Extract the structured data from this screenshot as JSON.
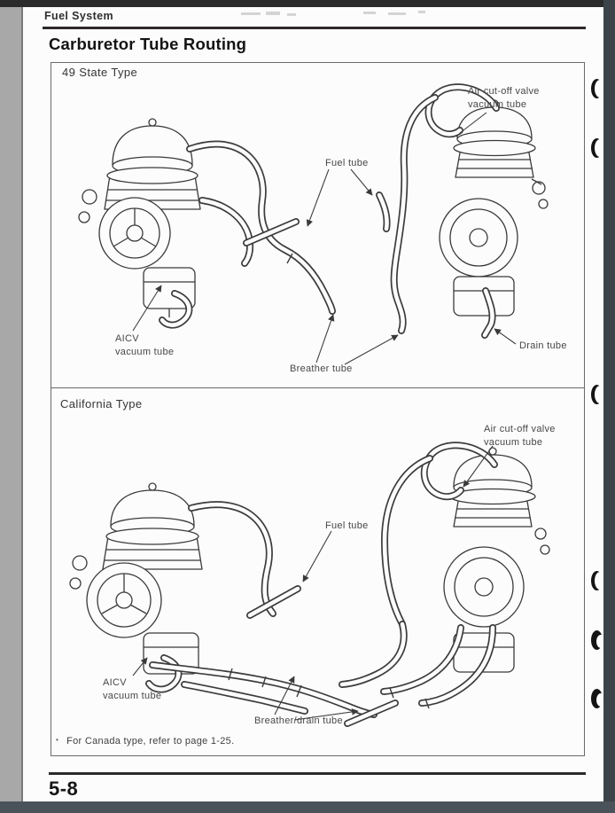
{
  "scan": {
    "background": "#a8a8a8",
    "edge_top": "#2b2b2b",
    "edge_right": "#3d4449",
    "edge_bottom": "#4a525a",
    "paper": "#fcfcfc"
  },
  "page": {
    "header": "Fuel System",
    "title": "Carburetor Tube Routing",
    "page_number": "5-8",
    "note_bullet": "•",
    "note": "For Canada type, refer to page 1-25."
  },
  "sections": [
    {
      "label": "49 State Type",
      "callouts": {
        "air_cutoff": "Air cut-off valve\nvacuum tube",
        "fuel": "Fuel tube",
        "aicv": "AICV\nvacuum tube",
        "breather": "Breather tube",
        "drain": "Drain tube"
      }
    },
    {
      "label": "California Type",
      "callouts": {
        "air_cutoff": "Air cut-off valve\nvacuum tube",
        "fuel": "Fuel tube",
        "aicv": "AICV\nvacuum tube",
        "breather_drain": "Breather/drain tube"
      }
    }
  ]
}
